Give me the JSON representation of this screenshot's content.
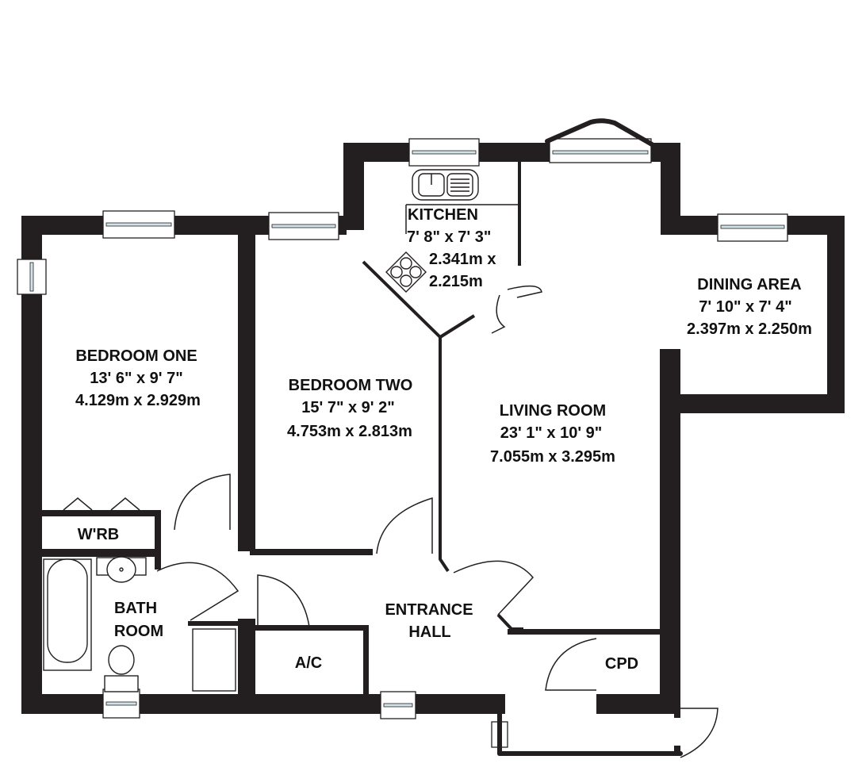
{
  "diagram": {
    "type": "floor_plan",
    "colors": {
      "wall": "#231f20",
      "background": "#ffffff",
      "text": "#111111"
    },
    "rooms": {
      "kitchen": {
        "name": "KITCHEN",
        "imperial": "7' 8\" x 7' 3\"",
        "metric_line1": "2.341m x",
        "metric_line2": "2.215m"
      },
      "dining_area": {
        "name": "DINING AREA",
        "imperial": "7' 10\" x 7' 4\"",
        "metric": "2.397m x 2.250m"
      },
      "bedroom_one": {
        "name": "BEDROOM ONE",
        "imperial": "13' 6\" x 9' 7\"",
        "metric": "4.129m x 2.929m"
      },
      "bedroom_two": {
        "name": "BEDROOM TWO",
        "imperial": "15' 7\" x 9' 2\"",
        "metric": "4.753m x 2.813m"
      },
      "living_room": {
        "name": "LIVING ROOM",
        "imperial": "23' 1\" x 10' 9\"",
        "metric": "7.055m x 3.295m"
      },
      "wardrobe": {
        "name": "W'RB"
      },
      "bathroom": {
        "name_line1": "BATH",
        "name_line2": "ROOM"
      },
      "entrance_hall": {
        "name_line1": "ENTRANCE",
        "name_line2": "HALL"
      },
      "airing_cupboard": {
        "name": "A/C"
      },
      "cupboard": {
        "name": "CPD"
      }
    },
    "fixtures": [
      "sink-icon",
      "hob-icon",
      "bathtub-icon",
      "washbasin-icon",
      "toilet-icon",
      "wardrobe-doors-icon",
      "bay-window-icon"
    ]
  }
}
